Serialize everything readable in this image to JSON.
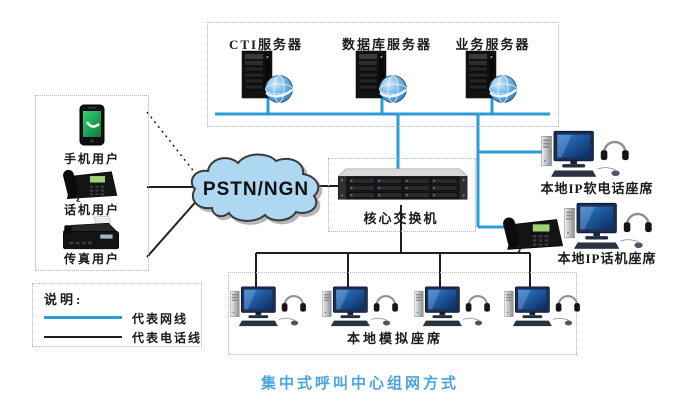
{
  "title": {
    "text": "集中式呼叫中心组网方式",
    "color": "#4aa5de"
  },
  "colors": {
    "network_line": "#2b9cd8",
    "phone_line": "#1f1f1f",
    "cloud_fill": "#aed7f2",
    "dashed_border": "#b5b5b5",
    "title_text": "#4aa5de"
  },
  "cloud": {
    "label": "PSTN/NGN"
  },
  "servers": {
    "items": [
      {
        "label": "CTI服务器"
      },
      {
        "label": "数据库服务器"
      },
      {
        "label": "业务服务器"
      }
    ]
  },
  "users": {
    "items": [
      {
        "label": "手机用户"
      },
      {
        "label": "话机用户"
      },
      {
        "label": "传真用户"
      }
    ]
  },
  "core_switch": {
    "label": "核心交换机"
  },
  "ip_seats": {
    "softphone": {
      "label": "本地IP软电话座席"
    },
    "phone": {
      "label": "本地IP话机座席"
    }
  },
  "analog_seats": {
    "label": "本地模拟座席",
    "workstation_count": 4
  },
  "legend": {
    "title": "说明:",
    "items": [
      {
        "label": "代表网线",
        "color": "#2b9cd8"
      },
      {
        "label": "代表电话线",
        "color": "#1f1f1f"
      }
    ]
  }
}
